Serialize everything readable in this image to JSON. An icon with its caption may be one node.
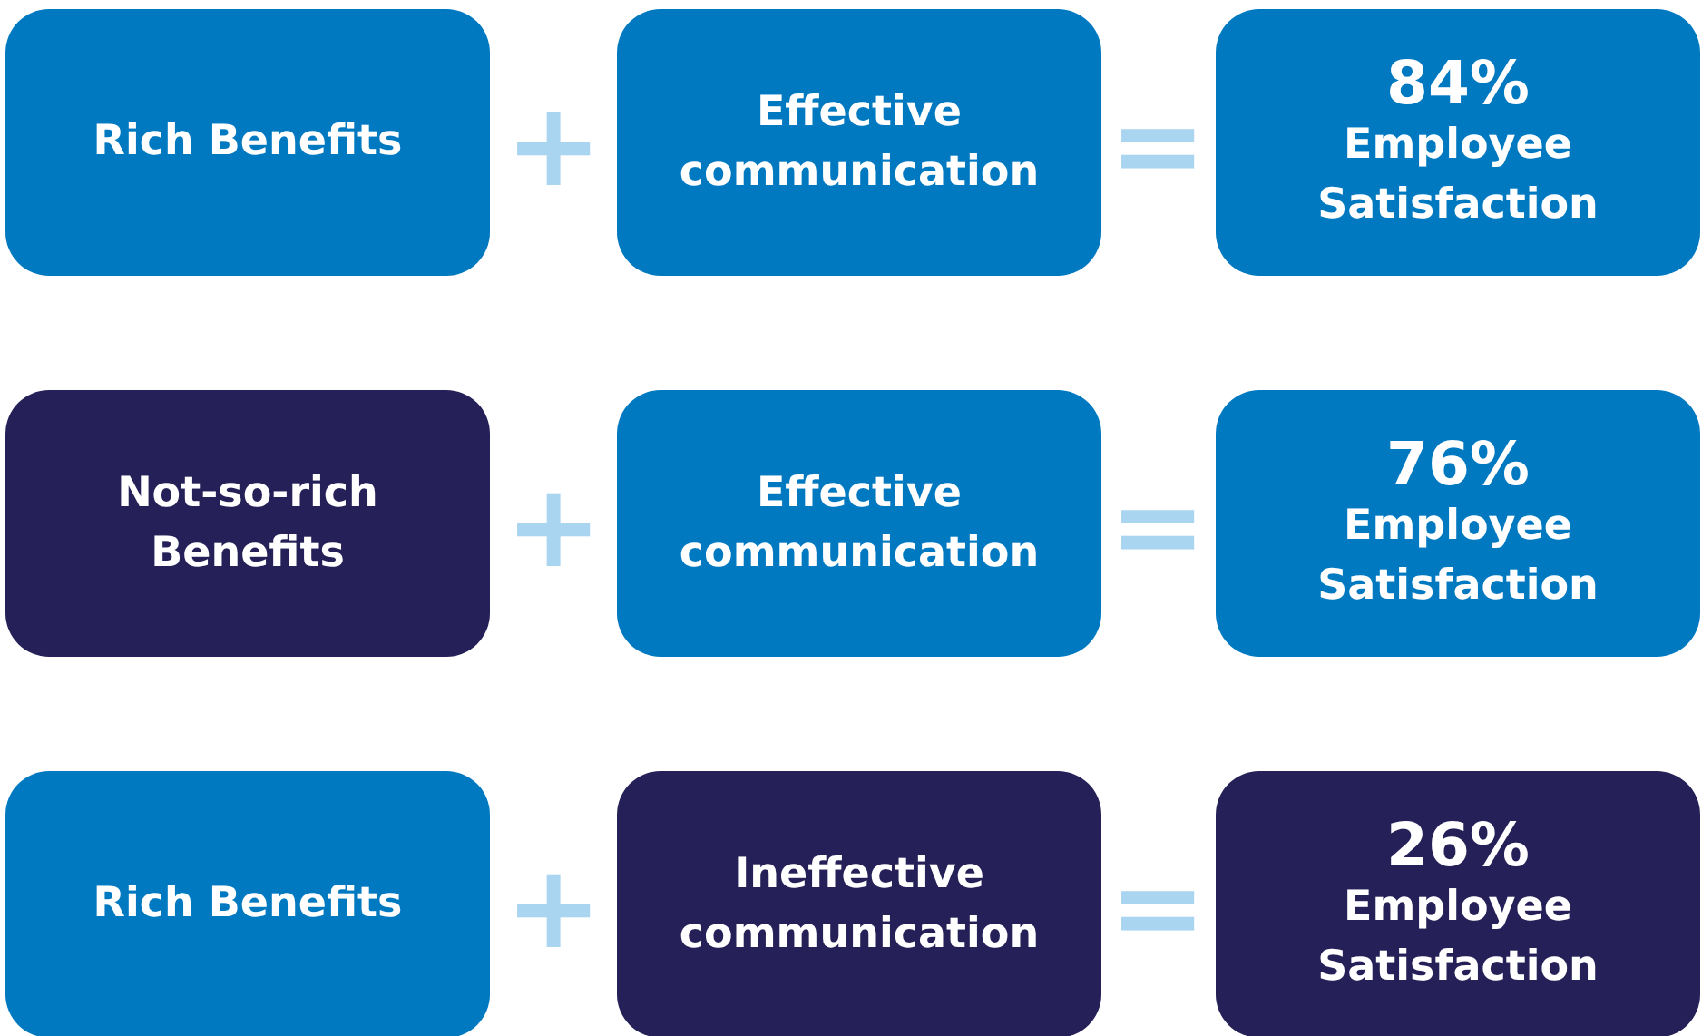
{
  "diagram": {
    "nodes": [
      {
        "text": [
          "Rich Benefits"
        ]
      },
      {
        "text": [
          "Effective communication"
        ]
      },
      {
        "text": [
          "84%",
          "Employee Satisfaction"
        ]
      },
      {
        "text": [
          "Not-so-rich Benefits"
        ]
      },
      {
        "text": [
          "Effective communication"
        ]
      },
      {
        "text": [
          "76%",
          "Employee Satisfaction"
        ]
      },
      {
        "text": [
          "Rich Benefits"
        ]
      },
      {
        "text": [
          "Ineffective communication"
        ]
      },
      {
        "text": [
          "26%",
          "Employee Satisfaction"
        ]
      }
    ],
    "labels": [
      "+",
      "=",
      "+",
      "=",
      "+",
      "="
    ]
  }
}
